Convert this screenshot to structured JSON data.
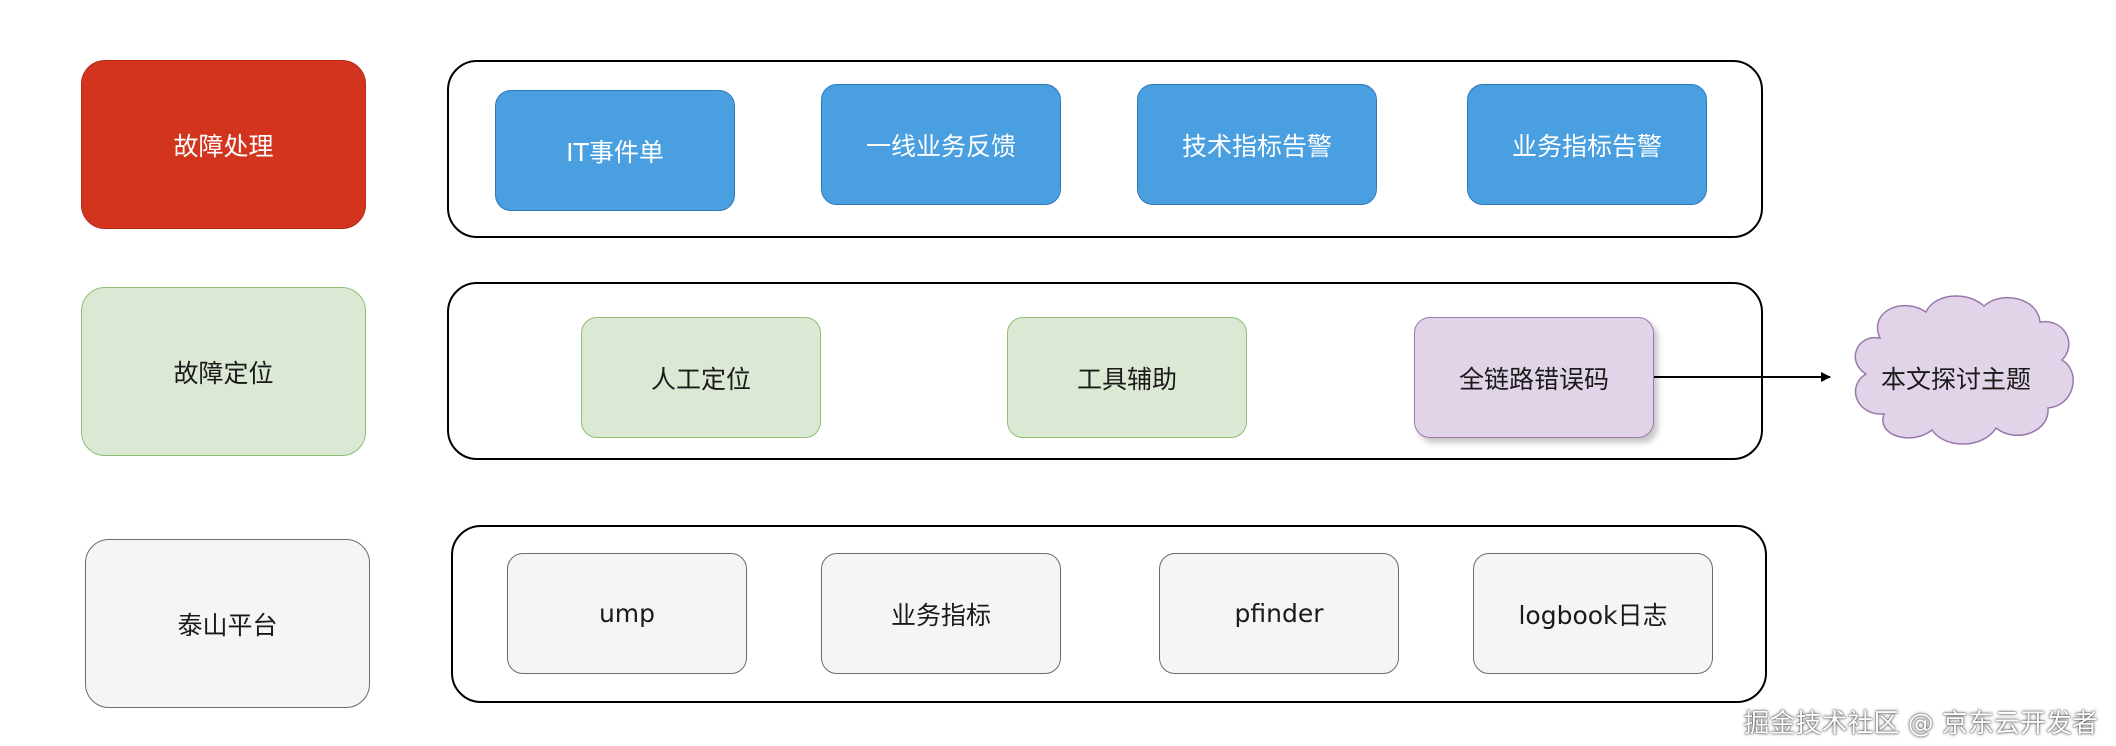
{
  "rows": [
    {
      "category": "故障处理",
      "items": [
        "IT事件单",
        "一线业务反馈",
        "技术指标告警",
        "业务指标告警"
      ]
    },
    {
      "category": "故障定位",
      "items": [
        "人工定位",
        "工具辅助",
        "全链路错误码"
      ]
    },
    {
      "category": "泰山平台",
      "items": [
        "ump",
        "业务指标",
        "pfinder",
        "logbook日志"
      ]
    }
  ],
  "callout": "本文探讨主题",
  "watermark": "掘金技术社区 @ 京东云开发者",
  "colors": {
    "handling_fill": "#d2341e",
    "handling_item_fill": "#4a9fe0",
    "locating_fill": "#dbe8d4",
    "highlight_fill": "#e2d4e8",
    "platform_fill": "#f5f5f5",
    "cloud_fill": "#e2d4e8"
  }
}
